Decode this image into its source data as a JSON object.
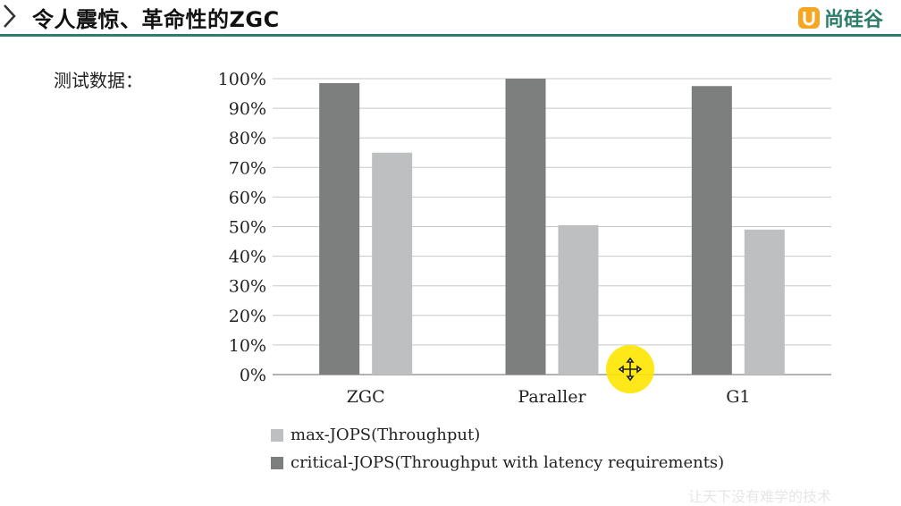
{
  "header": {
    "title": "令人震惊、革命性的ZGC",
    "logo_text": "尚硅谷",
    "accent_color": "#2e7d6b"
  },
  "side_label": "测试数据：",
  "chart_data": {
    "type": "bar",
    "categories": [
      "ZGC",
      "Paraller",
      "G1"
    ],
    "series": [
      {
        "name": "critical-JOPS(Throughput with latency requirements)",
        "values": [
          98.5,
          100,
          97.5
        ],
        "color": "#7d7f7f"
      },
      {
        "name": "max-JOPS(Throughput)",
        "values": [
          75,
          50.5,
          49
        ],
        "color": "#bdbfc0"
      }
    ],
    "y_ticks": [
      "100%",
      "90%",
      "80%",
      "70%",
      "60%",
      "50%",
      "40%",
      "30%",
      "20%",
      "10%",
      "0%"
    ],
    "ylim": [
      0,
      100
    ],
    "grid": true,
    "legend_placement": "bottom"
  },
  "legend": {
    "items": [
      {
        "label": "max-JOPS(Throughput)",
        "color": "#bdbfc0"
      },
      {
        "label": "critical-JOPS(Throughput with latency requirements)",
        "color": "#7d7f7f"
      }
    ]
  },
  "watermark": "让天下没有难学的技术",
  "cursor": {
    "icon": "move-cursor-icon",
    "highlight_color": "#ffe600"
  }
}
